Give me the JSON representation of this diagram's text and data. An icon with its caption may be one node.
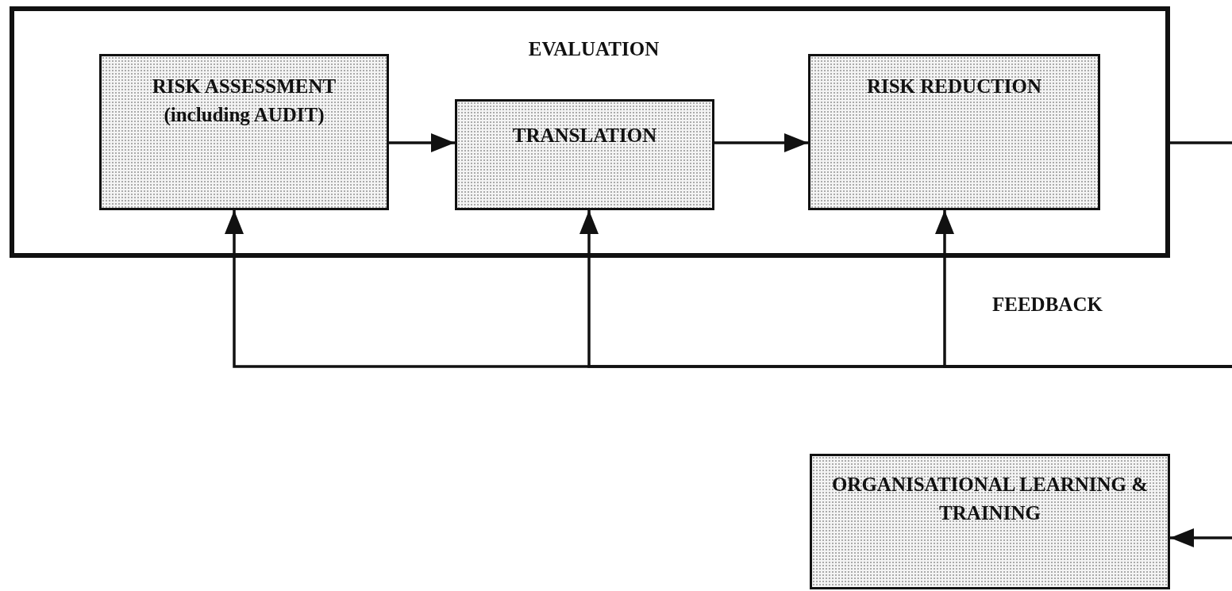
{
  "diagram": {
    "nodes": [
      {
        "text": [
          "EVALUATION"
        ]
      },
      {
        "text": [
          "RISK ASSESSMENT (including AUDIT)"
        ],
        "in": 0
      },
      {
        "text": [
          "TRANSLATION"
        ],
        "in": 0
      },
      {
        "text": [
          "RISK REDUCTION"
        ],
        "in": 0
      },
      {
        "text": [
          "ORGANISATIONAL LEARNING & TRAINING"
        ]
      }
    ],
    "edges": [
      {
        "from": 1,
        "to": 2,
        "arrow": "to"
      },
      {
        "from": 2,
        "to": 3,
        "arrow": "to"
      },
      {
        "from": 0,
        "to": null,
        "arrow": "none"
      },
      {
        "from": null,
        "to": 1,
        "arrow": "to"
      },
      {
        "from": null,
        "to": 2,
        "arrow": "to"
      },
      {
        "from": null,
        "to": 3,
        "arrow": "to"
      },
      {
        "from": null,
        "to": 4,
        "arrow": "to"
      }
    ],
    "labels": [
      "FEEDBACK"
    ]
  }
}
